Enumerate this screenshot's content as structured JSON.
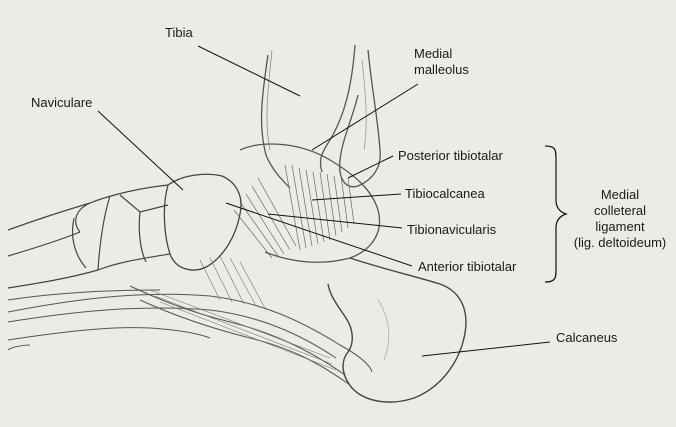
{
  "labels": {
    "tibia": "Tibia",
    "medial_malleolus_line1": "Medial",
    "medial_malleolus_line2": "malleolus",
    "naviculare": "Naviculare",
    "posterior_tibiotalar": "Posterior tibiotalar",
    "tibiocalcanea": "Tibiocalcanea",
    "tibionavicularis": "Tibionavicularis",
    "anterior_tibiotalar": "Anterior tibiotalar",
    "calcaneus": "Calcaneus"
  },
  "ligament_group": {
    "line1": "Medial",
    "line2": "colleteral",
    "line3": "ligament",
    "line4": "(lig. deltoideum)"
  },
  "colors": {
    "paper": "#ecebe6",
    "pencil": "#3a3a3a",
    "leader": "#111111"
  }
}
